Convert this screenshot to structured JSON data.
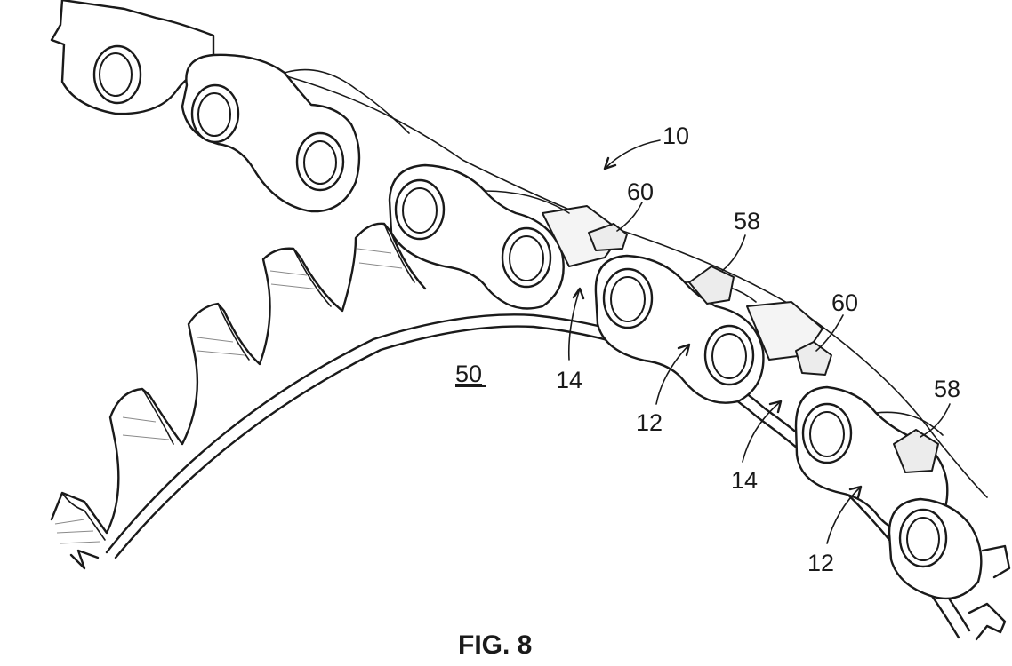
{
  "figure": {
    "caption": "FIG. 8",
    "labels": {
      "chain": "10",
      "sprocket": "50",
      "tooth_a_1": "60",
      "tooth_a_2": "60",
      "tooth_b_1": "58",
      "tooth_b_2": "58",
      "outer_link_1": "12",
      "outer_link_2": "12",
      "inner_link_1": "14",
      "inner_link_2": "14"
    }
  }
}
